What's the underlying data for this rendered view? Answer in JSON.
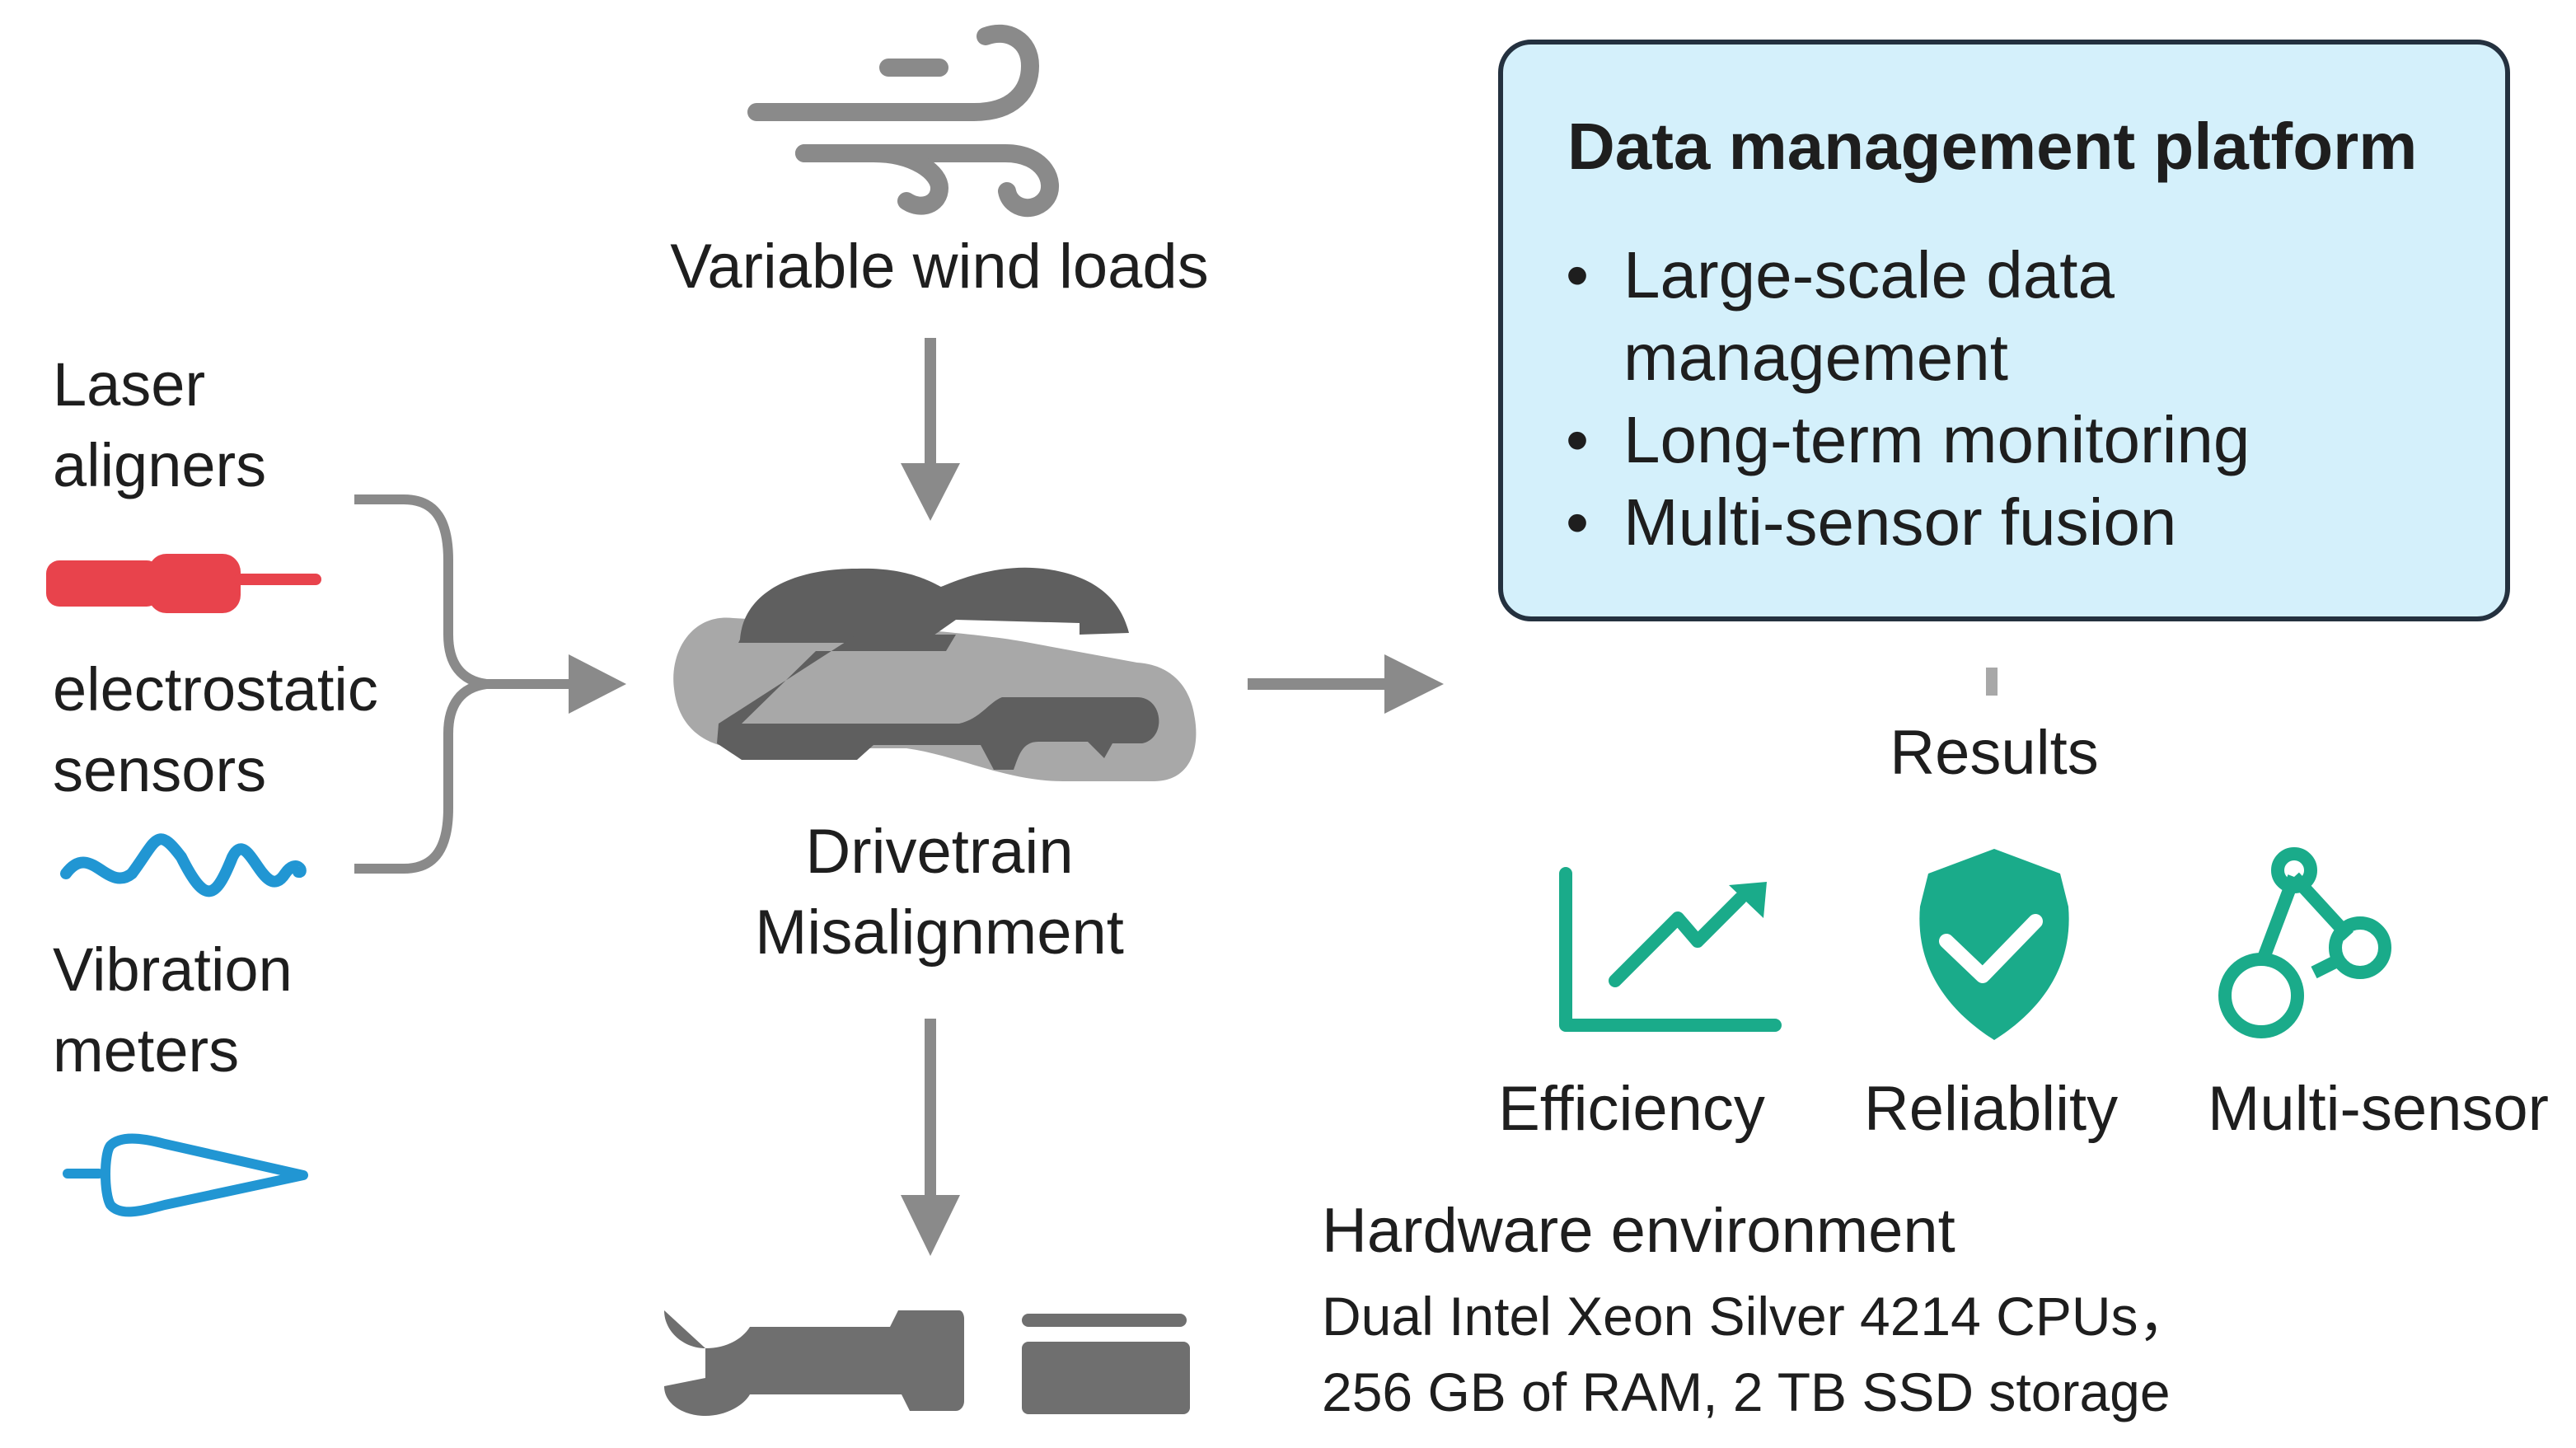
{
  "left_sensors": {
    "laser": [
      "Laser",
      "aligners"
    ],
    "electrostatic": [
      "electrostatic",
      "sensors"
    ],
    "vibration": [
      "Vibration",
      "meters"
    ]
  },
  "center": {
    "wind_label": "Variable wind loads",
    "drivetrain": [
      "Drivetrain",
      "Misalignment"
    ]
  },
  "platform": {
    "title": "Data management platform",
    "bullet_symbol": "•",
    "items": [
      [
        "Large-scale data",
        "management"
      ],
      [
        "Long-term monitoring"
      ],
      [
        "Multi-sensor fusion"
      ]
    ]
  },
  "results": {
    "title": "Results",
    "items": [
      "Efficiency",
      "Reliablity",
      "Multi-sensor"
    ]
  },
  "hardware": {
    "title": "Hardware environment",
    "lines": [
      "Dual Intel Xeon Silver 4214 CPUs，",
      "256 GB of RAM, 2 TB SSD storage"
    ]
  },
  "colors": {
    "laser_red": "#e8434c",
    "sensor_blue": "#2196d3",
    "result_green": "#1aab8a",
    "arrow_gray": "#8a8a8a",
    "dark_gray": "#5f5f5f",
    "light_gray": "#a8a8a8",
    "box_fill": "#d4f0fb",
    "box_border": "#24313f"
  },
  "icons": [
    "wind-icon",
    "laser-aligner-icon",
    "wave-sensor-icon",
    "vibration-meter-icon",
    "drivetrain-icon",
    "wrench-icon",
    "device-icon",
    "efficiency-chart-icon",
    "reliability-shield-icon",
    "multi-sensor-network-icon"
  ]
}
